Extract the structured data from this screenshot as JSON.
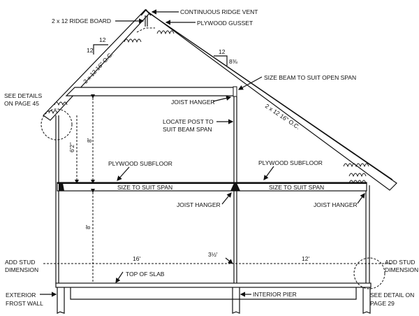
{
  "labels": {
    "ridge_vent": "CONTINUOUS RIDGE VENT",
    "ridge_board": "2 x 12 RIDGE BOARD",
    "gusset": "PLYWOOD GUSSET",
    "pitch_left_run": "12",
    "pitch_left_rise": "12",
    "pitch_right_run": "12",
    "pitch_right_rise": "8⅜",
    "rafter_left": "2 x 12 16\" O.C.",
    "rafter_right": "2 x 12 16\" O.C.",
    "beam": "SIZE BEAM TO SUIT OPEN SPAN",
    "see_details_1": "SEE DETAILS",
    "see_details_2": "ON PAGE 45",
    "joist_hanger_upper": "JOIST HANGER",
    "post_1": "LOCATE POST TO",
    "post_2": "SUIT BEAM SPAN",
    "dim_62": "6'2\"",
    "dim_8_upper": "8'",
    "subfloor_left": "PLYWOOD SUBFLOOR",
    "subfloor_right": "PLYWOOD SUBFLOOR",
    "span_left": "SIZE TO SUIT SPAN",
    "span_right": "SIZE TO SUIT SPAN",
    "joist_hanger_mid": "JOIST HANGER",
    "joist_hanger_right": "JOIST HANGER",
    "dim_8_lower": "8'",
    "add_stud_left_1": "ADD STUD",
    "add_stud_left_2": "DIMENSION",
    "add_stud_right_1": "ADD STUD",
    "add_stud_right_2": "DIMENSION",
    "dim_16": "16'",
    "dim_35": "3½'",
    "dim_12": "12'",
    "top_of_slab": "TOP OF SLAB",
    "frost_wall_1": "EXTERIOR",
    "frost_wall_2": "FROST WALL",
    "interior_pier": "INTERIOR PIER",
    "see_detail_1": "SEE DETAIL ON",
    "see_detail_2": "PAGE 29"
  }
}
